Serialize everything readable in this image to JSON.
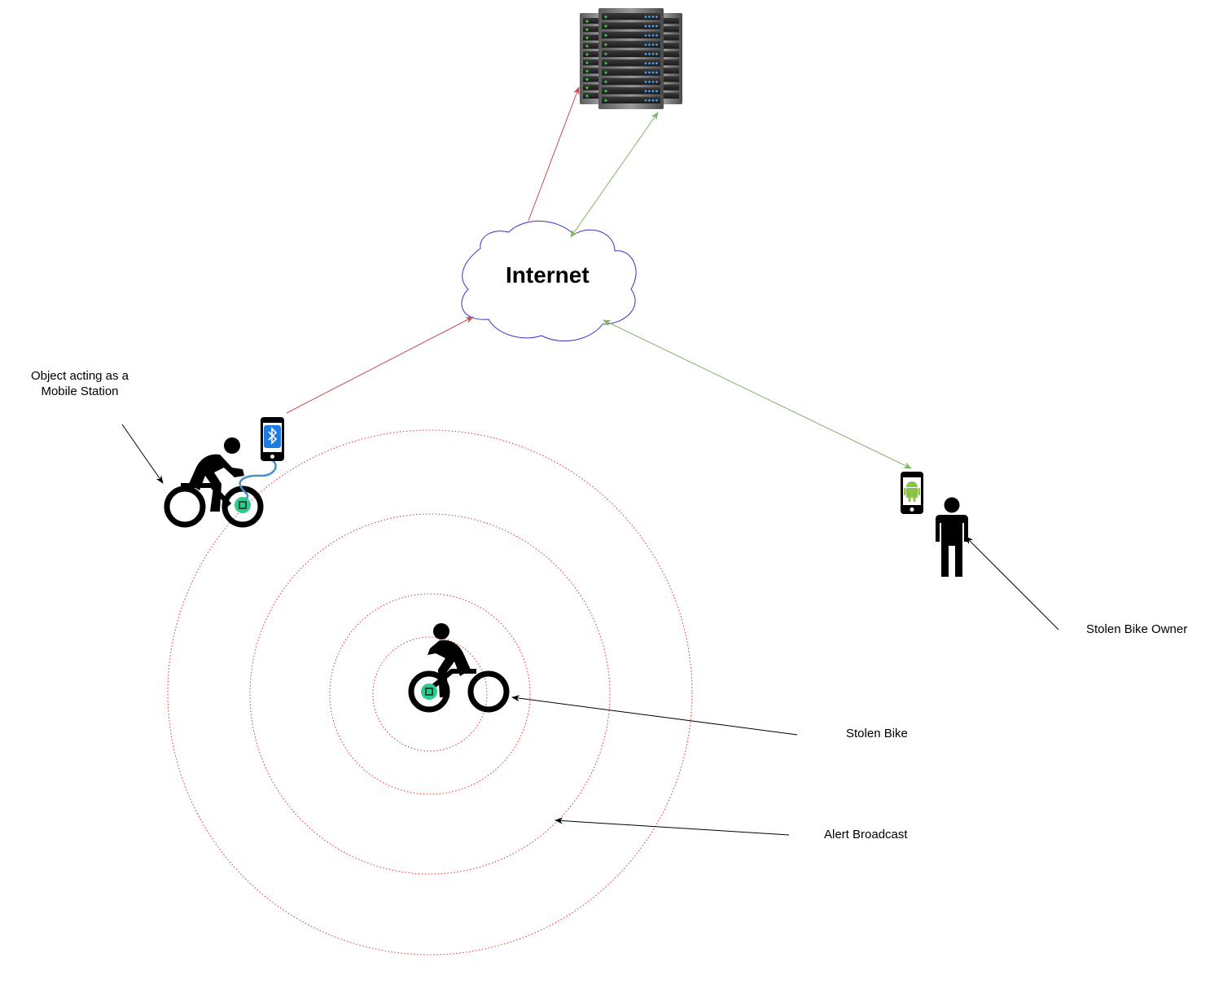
{
  "cloud": {
    "label": "Internet"
  },
  "labels": {
    "mobile_station_line1": "Object acting as a",
    "mobile_station_line2": "Mobile Station",
    "stolen_bike_owner": "Stolen Bike Owner",
    "stolen_bike": "Stolen Bike",
    "alert_broadcast": "Alert Broadcast"
  },
  "colors": {
    "upload_arrow": "#c0504d",
    "sync_arrow": "#82b366",
    "cloud_stroke": "#3333cc",
    "broadcast_rings": "#e03030",
    "chip": "#2ecc8a",
    "bluetooth": "#1e7be0",
    "android": "#8bc34a",
    "wire": "#4a90c8"
  },
  "icons": {
    "server": "server-rack-icon",
    "cloud": "cloud-icon",
    "cyclist_station": "cyclist-icon",
    "cyclist_stolen": "cyclist-icon",
    "phone_bluetooth": "bluetooth-phone-icon",
    "phone_android": "android-phone-icon",
    "owner": "person-icon",
    "chip": "chip-icon"
  }
}
